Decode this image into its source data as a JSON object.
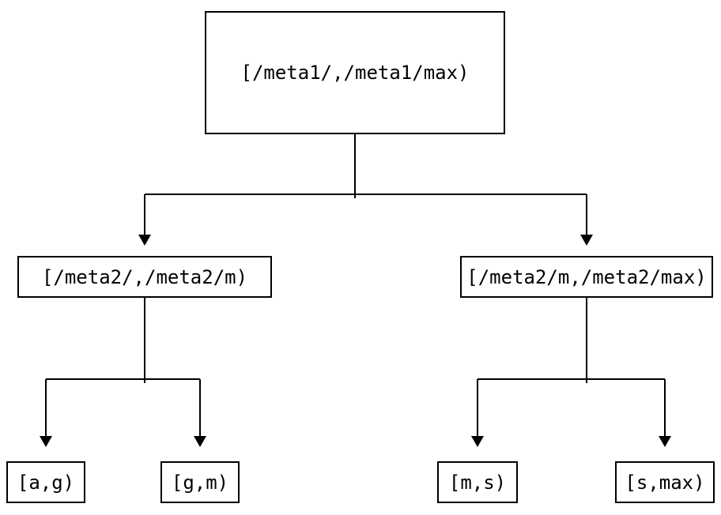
{
  "diagram": {
    "type": "tree",
    "nodes": [
      {
        "id": "root",
        "label": "[/meta1/,/meta1/max)"
      },
      {
        "id": "meta2-low",
        "label": "[/meta2/,/meta2/m)"
      },
      {
        "id": "meta2-high",
        "label": "[/meta2/m,/meta2/max)"
      },
      {
        "id": "a-g",
        "label": "[a,g)"
      },
      {
        "id": "g-m",
        "label": "[g,m)"
      },
      {
        "id": "m-s",
        "label": "[m,s)"
      },
      {
        "id": "s-max",
        "label": "[s,max)"
      }
    ],
    "edges": [
      {
        "from": "root",
        "to": "meta2-low"
      },
      {
        "from": "root",
        "to": "meta2-high"
      },
      {
        "from": "meta2-low",
        "to": "a-g"
      },
      {
        "from": "meta2-low",
        "to": "g-m"
      },
      {
        "from": "meta2-high",
        "to": "m-s"
      },
      {
        "from": "meta2-high",
        "to": "s-max"
      }
    ],
    "colors": {
      "background": "#ffffff",
      "line": "#000000",
      "box_border": "#000000",
      "text": "#000000"
    }
  }
}
